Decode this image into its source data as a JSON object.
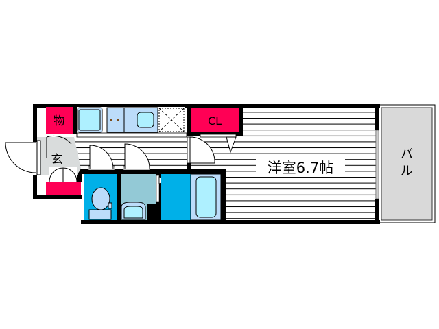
{
  "floorplan": {
    "rooms": {
      "storage": {
        "label": "物",
        "color": "#ff0055"
      },
      "entrance": {
        "label": "玄",
        "color": "#d9dcdc"
      },
      "closet": {
        "label": "CL",
        "color": "#ff0055"
      },
      "western_room": {
        "label": "洋室6.7帖",
        "type": "洋室",
        "size_jo": 6.7
      },
      "balcony": {
        "label": "バル",
        "label_line1": "バ",
        "label_line2": "ル",
        "color": "#d9d9d9"
      },
      "toilet": {
        "color": "#00b0e8"
      },
      "washroom": {
        "color": "#93c9d6"
      },
      "bathroom": {
        "color": "#00b0e8"
      },
      "kitchen": {
        "color": "#bcdcfa"
      },
      "shoe_cabinet": {
        "color": "#ff0055"
      }
    },
    "colors": {
      "wall": "#000000",
      "floor_lines": "#000000",
      "fixture_fill": "#aef0ff",
      "fixture_light": "#bcdcfa"
    }
  }
}
